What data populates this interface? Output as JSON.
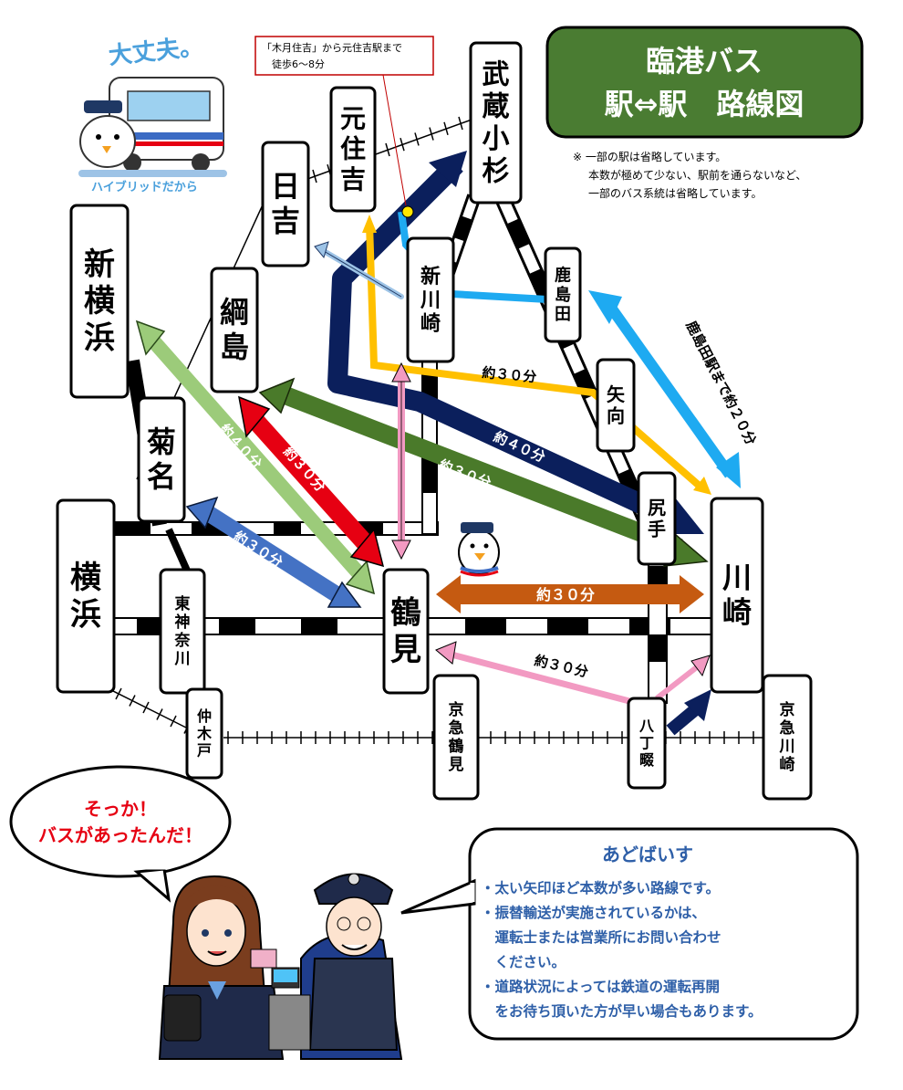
{
  "title": {
    "line1": "臨港バス",
    "line2": "駅⇔駅　路線図",
    "color": "#4a7c32"
  },
  "note": {
    "line1": "※ 一部の駅は省略しています。",
    "line2": "本数が極めて少ない、駅前を通らないなど、",
    "line3": "一部のバス系統は省略しています。"
  },
  "callout": {
    "line1": "「木月住吉」から元住吉駅まで",
    "line2": "徒歩6～8分"
  },
  "logo": {
    "top": "大丈夫。",
    "bottom": "ハイブリッドだから"
  },
  "stations": {
    "musashi_kosugi": "武蔵小杉",
    "motosumiyoshi": "元住吉",
    "hiyoshi": "日吉",
    "shin_yokohama": "新横浜",
    "tsunashima": "綱島",
    "shin_kawasaki": "新川崎",
    "kashimada": "鹿島田",
    "yako": "矢向",
    "kikuna": "菊名",
    "shiriteo": "尻手",
    "yokohama": "横浜",
    "kawasaki": "川崎",
    "tsurumi": "鶴見",
    "higashi_kanagawa": "東神奈川",
    "nakakido": "仲木戸",
    "keikyu_tsurumi": "京急鶴見",
    "hatchonawate": "八丁畷",
    "keikyu_kawasaki": "京急川崎"
  },
  "routes": {
    "kashimada_kawasaki": "鹿島田駅まで約２０分",
    "kosugi_kawasaki": "約４０分",
    "hiyoshi_kawasaki": "約３０分",
    "tsunashima_kawasaki": "約３０分",
    "shinyoko_tsurumi": "約４０分",
    "tsunashima_tsurumi": "約３０分",
    "yokohama_tsurumi": "約３０分",
    "tsurumi_kawasaki": "約３０分",
    "hatchonawate_tsurumi": "約３０分"
  },
  "route_colors": {
    "navy": "#0b1f5c",
    "green": "#4a7a2a",
    "red": "#e60012",
    "light_green": "#9ccb7a",
    "blue": "#4472c4",
    "orange": "#c55a11",
    "pink": "#f29ac2",
    "sky": "#1eaaf1",
    "yellow": "#ffc000",
    "light_blue": "#9dc3e6"
  },
  "speech": {
    "line1": "そっか！",
    "line2": "バスがあったんだ！",
    "color": "#e60012"
  },
  "advice": {
    "heading": "あどばいす",
    "items": [
      "・太い矢印ほど本数が多い路線です。",
      "・振替輸送が実施されているかは、",
      "　運転士または営業所にお問い合わせ",
      "　ください。",
      "・道路状況によっては鉄道の運転再開",
      "　をお待ち頂いた方が早い場合もあります。"
    ],
    "color": "#2e5fa8"
  }
}
